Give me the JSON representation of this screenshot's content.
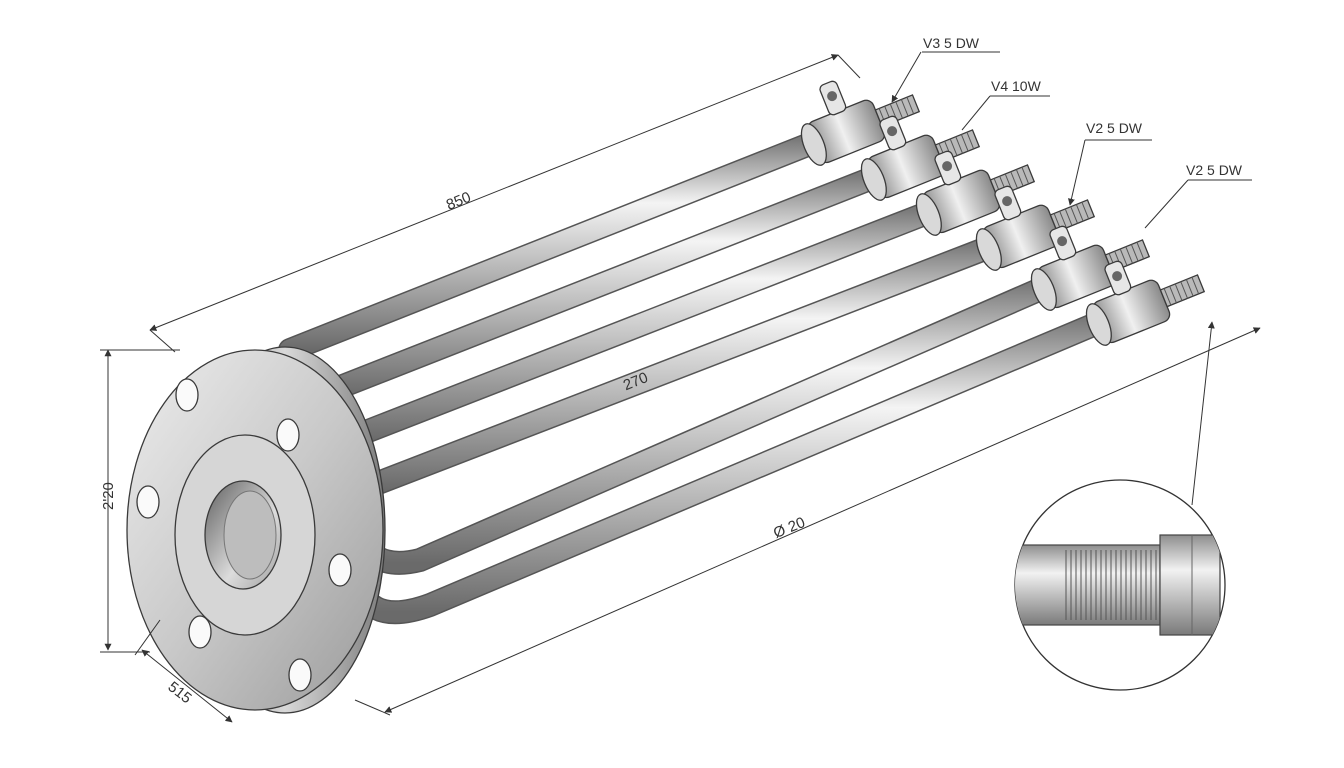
{
  "dimensions": {
    "overall_length": "850",
    "tube_length": "270",
    "tube_diameter": "Ø 20",
    "flange_height": "2'20",
    "flange_thickness": "515"
  },
  "callouts": [
    {
      "label": "V3 5 DW"
    },
    {
      "label": "V4 10W"
    },
    {
      "label": "V2 5 DW"
    },
    {
      "label": "V2 5 DW"
    }
  ],
  "detail_view": {
    "subject": "threaded-tube-end"
  },
  "colors": {
    "line": "#333333",
    "metal_light": "#f2f2f2",
    "metal_mid": "#b8b8b8",
    "metal_dark": "#6e6e6e"
  }
}
